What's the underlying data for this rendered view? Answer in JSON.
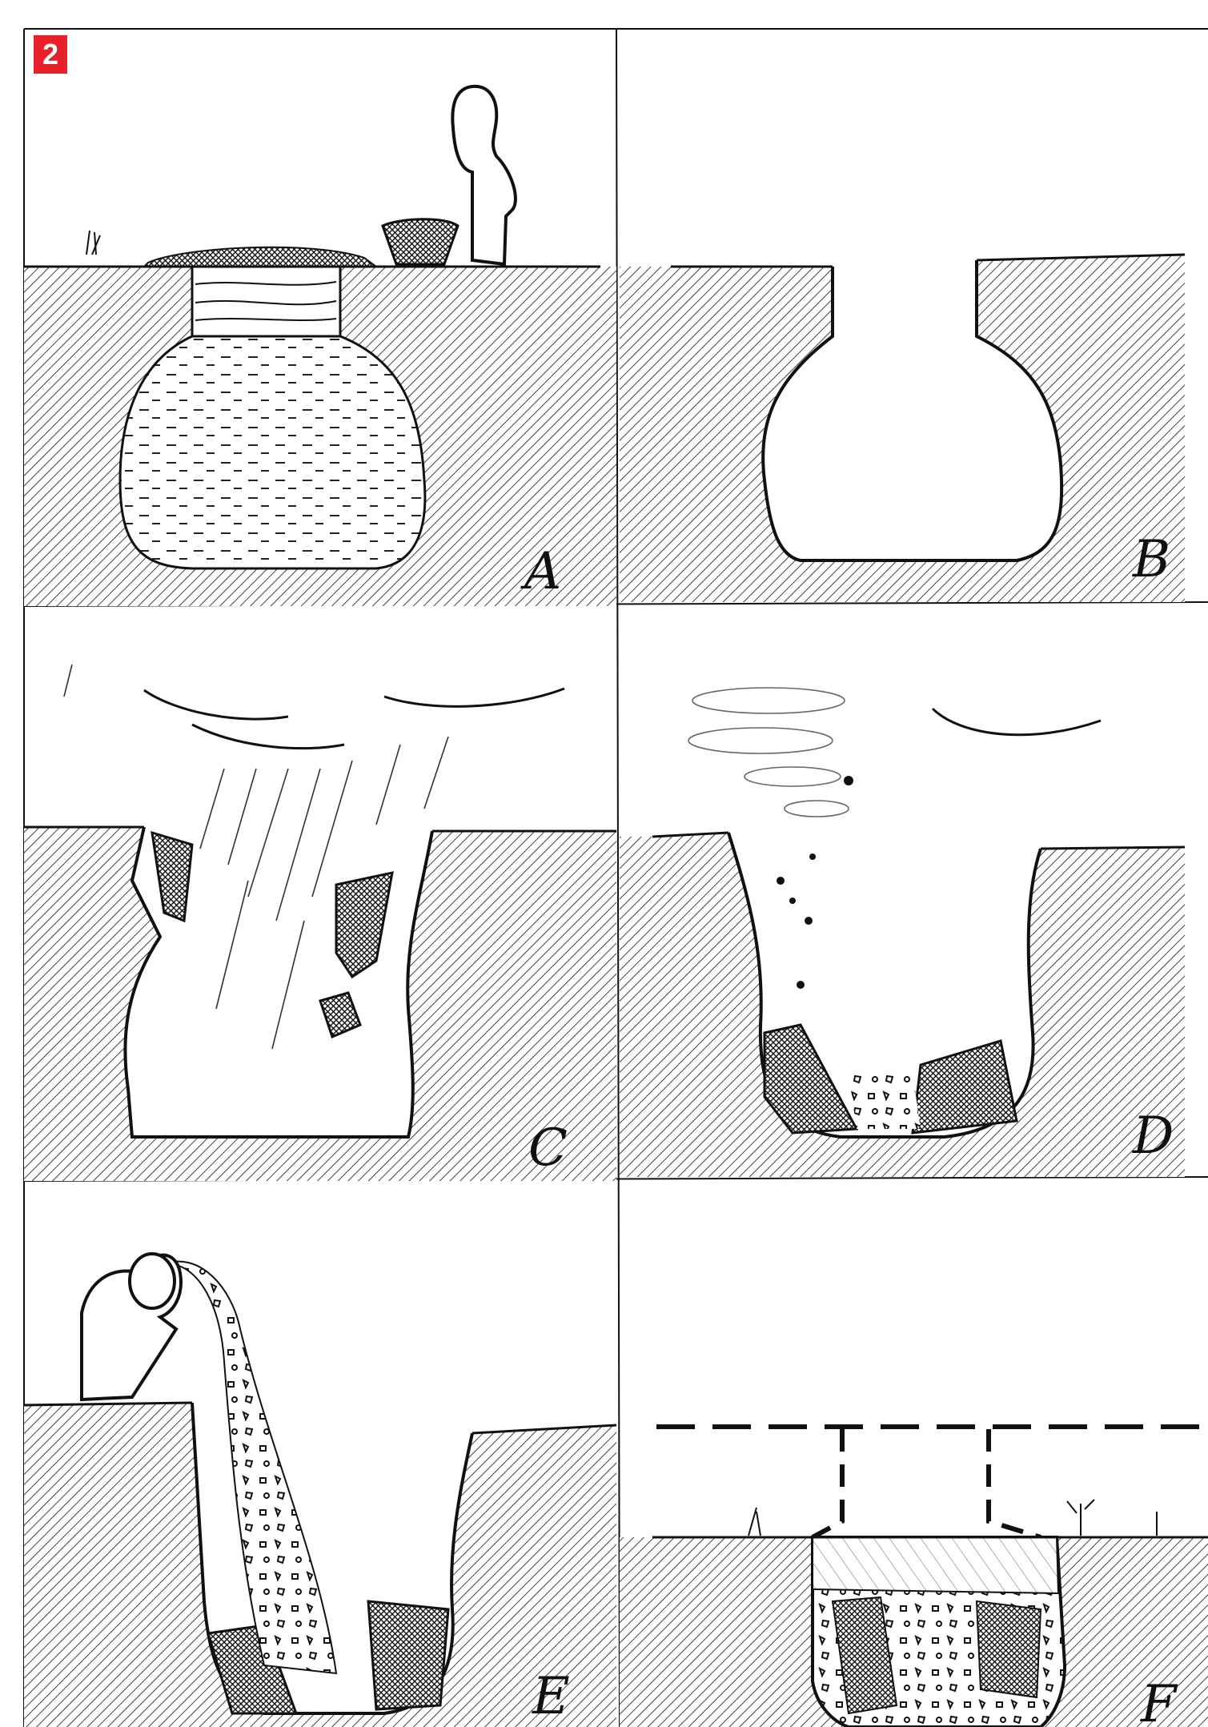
{
  "figure": {
    "number": "2",
    "panels": [
      {
        "letter": "A"
      },
      {
        "letter": "B"
      },
      {
        "letter": "C"
      },
      {
        "letter": "D"
      },
      {
        "letter": "E"
      },
      {
        "letter": "F"
      }
    ]
  },
  "colors": {
    "badge": "#e8202a",
    "ink": "#111111",
    "paper": "#ffffff"
  }
}
